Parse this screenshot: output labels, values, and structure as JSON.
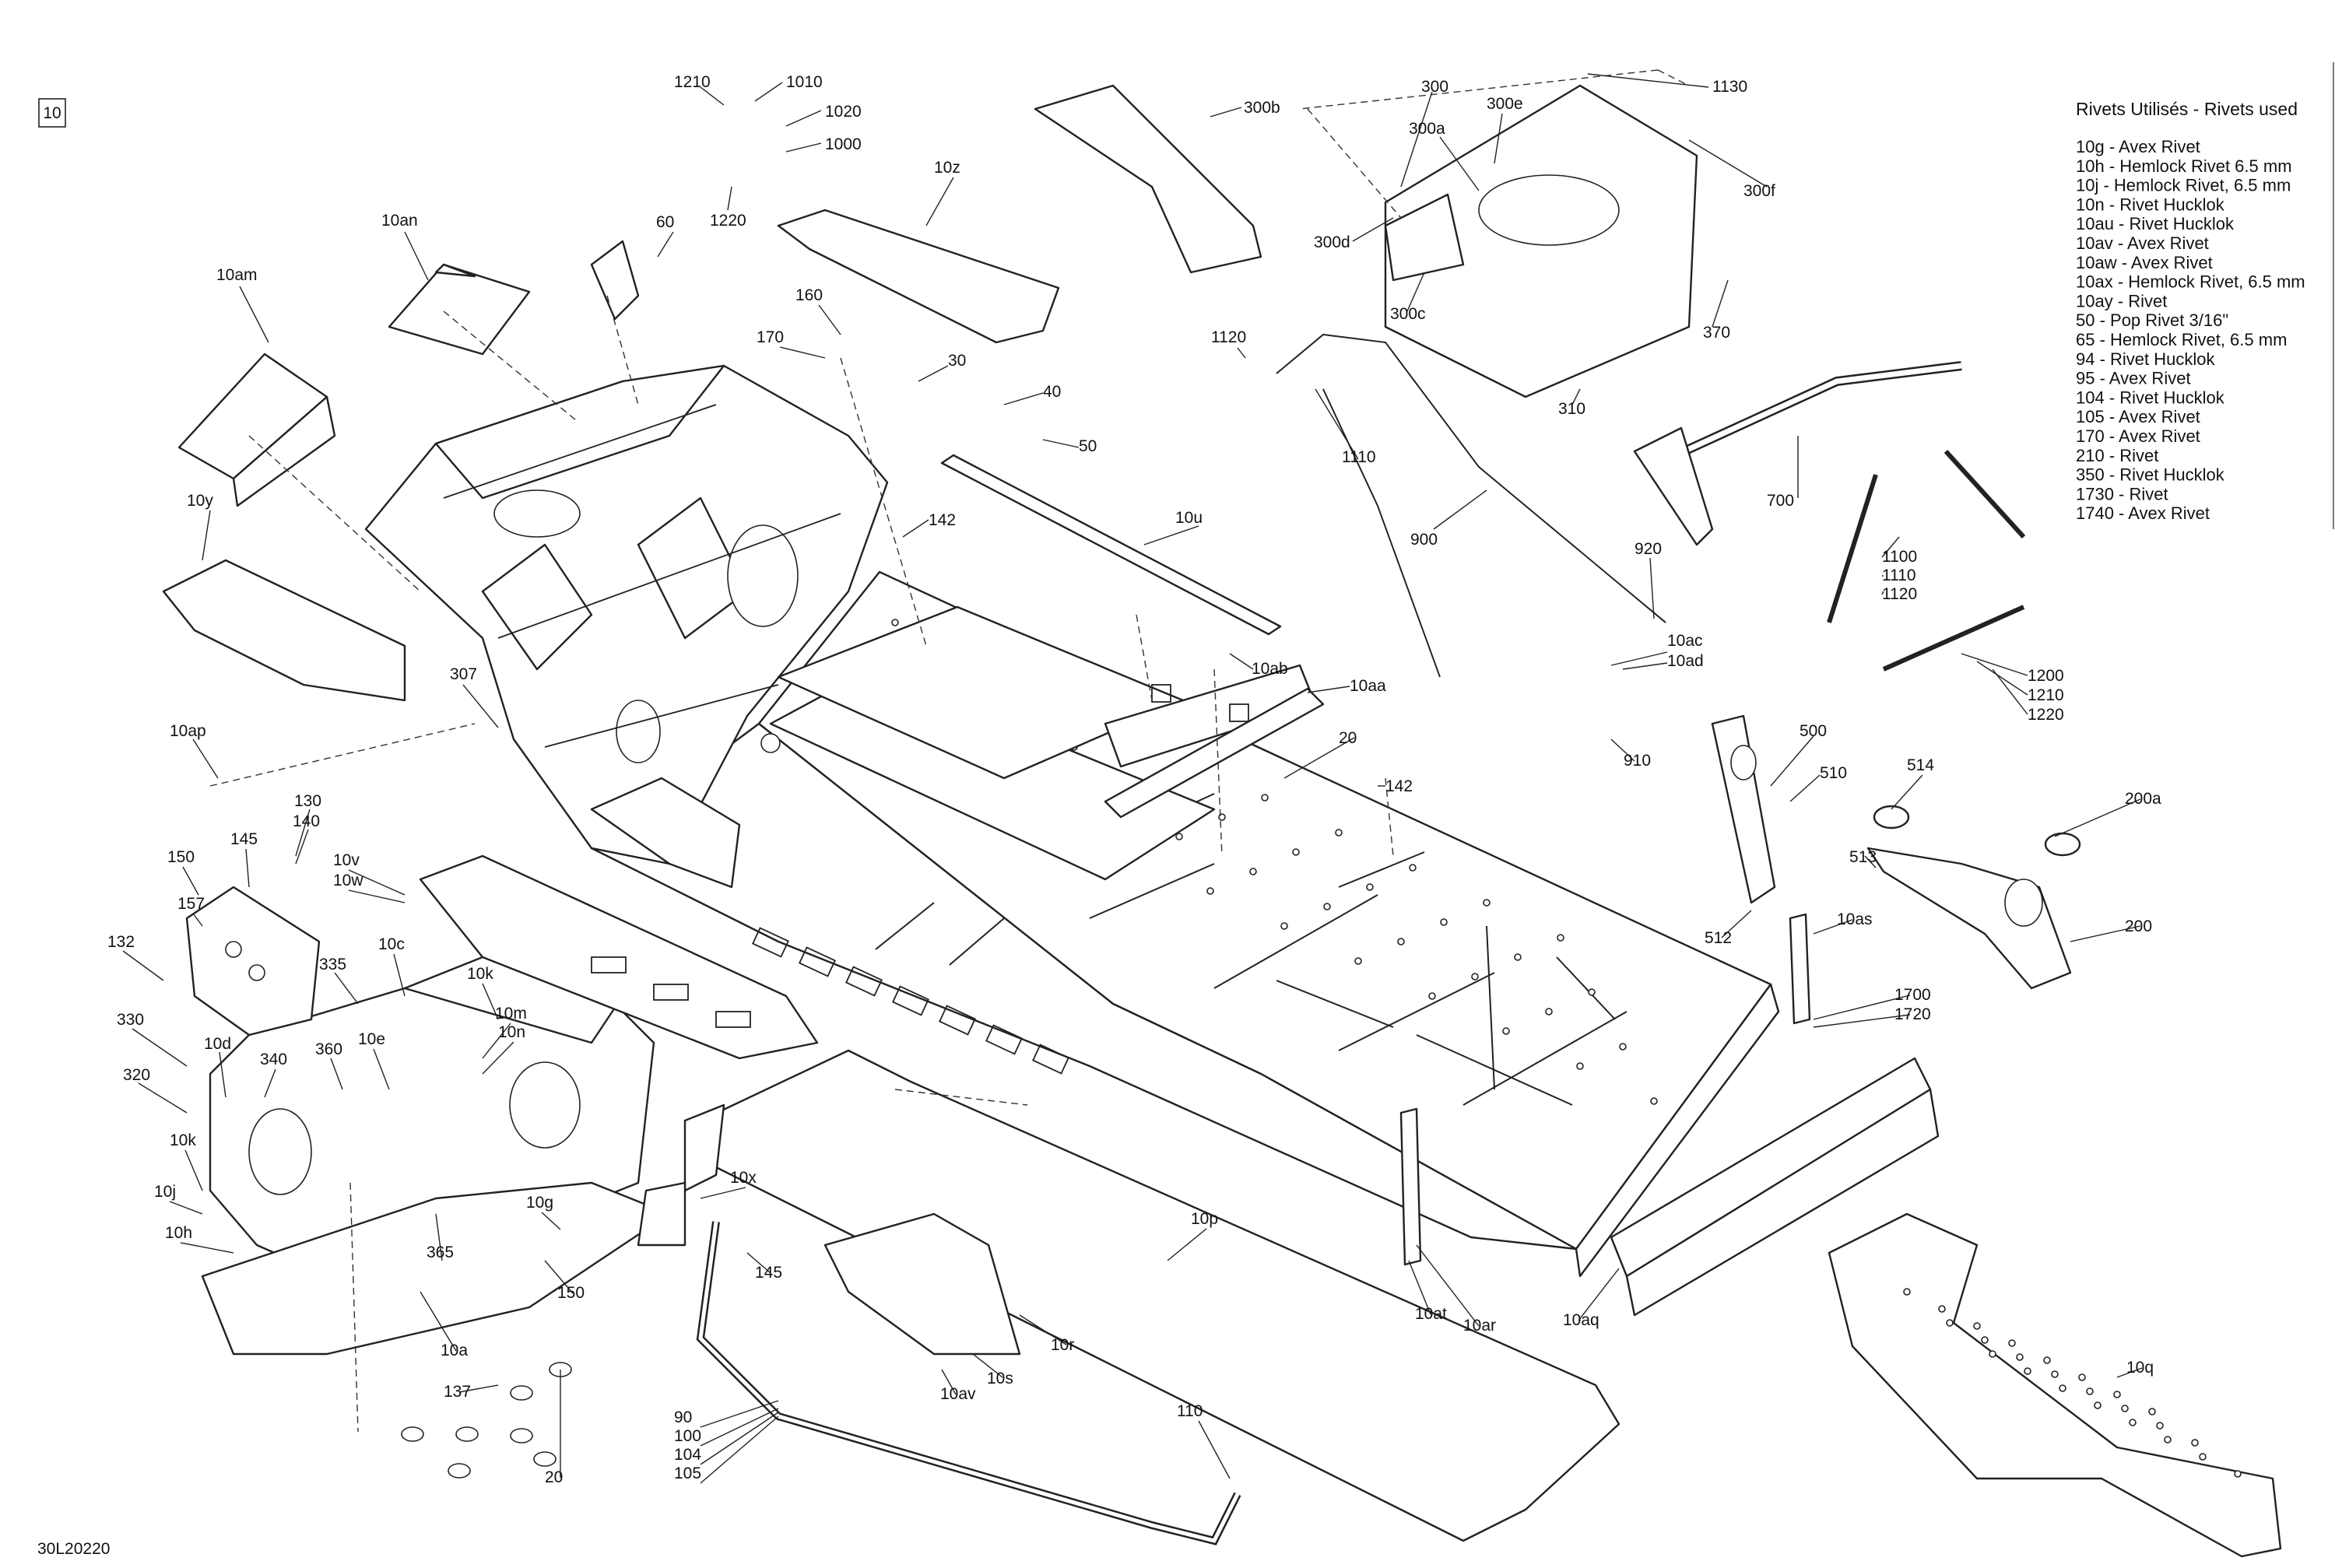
{
  "page_label": "10",
  "figure_code": "30L20220",
  "legend": {
    "title": "Rivets Utilisés - Rivets used",
    "items": [
      "10g - Avex Rivet",
      "10h - Hemlock Rivet 6.5 mm",
      "10j - Hemlock Rivet, 6.5 mm",
      "10n - Rivet Hucklok",
      "10au - Rivet Hucklok",
      "10av - Avex Rivet",
      "10aw - Avex Rivet",
      "10ax - Hemlock Rivet, 6.5 mm",
      "10ay - Rivet",
      "50 - Pop Rivet 3/16\"",
      "65 - Hemlock Rivet, 6.5 mm",
      "94 - Rivet Hucklok",
      "95 - Avex Rivet",
      "104 - Rivet Hucklok",
      "105 - Avex Rivet",
      "170 - Avex Rivet",
      "210 - Rivet",
      "350 - Rivet Hucklok",
      "1730 - Rivet",
      "1740 - Avex Rivet"
    ]
  },
  "callouts": [
    "1210",
    "1010",
    "1020",
    "1000",
    "1220",
    "10z",
    "300b",
    "300",
    "300e",
    "300a",
    "1130",
    "300f",
    "300d",
    "300c",
    "370",
    "310",
    "10an",
    "60",
    "10am",
    "160",
    "170",
    "30",
    "40",
    "50",
    "1120",
    "1110",
    "900",
    "700",
    "10y",
    "142",
    "10u",
    "920",
    "10ac",
    "10ad",
    "910",
    "1100",
    "1110",
    "1120",
    "1200",
    "1210",
    "1220",
    "307",
    "10ab",
    "10aa",
    "20",
    "142",
    "10ap",
    "500",
    "510",
    "514",
    "200a",
    "513",
    "512",
    "200",
    "10as",
    "130",
    "140",
    "150",
    "145",
    "157",
    "132",
    "10v",
    "10w",
    "335",
    "10c",
    "10k",
    "10m",
    "10n",
    "330",
    "10d",
    "340",
    "360",
    "10e",
    "320",
    "10k",
    "10j",
    "365",
    "10h",
    "10g",
    "150",
    "10x",
    "145",
    "10p",
    "1700",
    "1720",
    "10a",
    "137",
    "20",
    "10r",
    "10s",
    "10av",
    "10at",
    "10ar",
    "10aq",
    "90",
    "100",
    "104",
    "105",
    "110",
    "10q"
  ]
}
